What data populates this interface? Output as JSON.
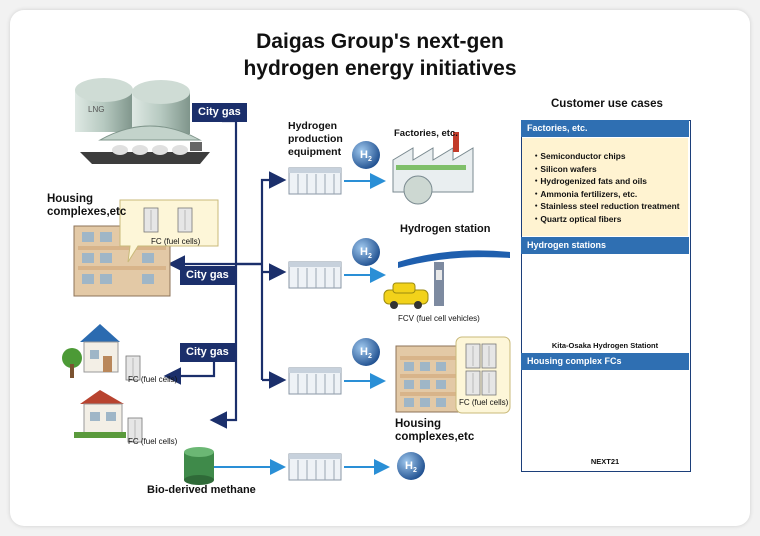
{
  "title_line1": "Daigas Group's next-gen",
  "title_line2": "hydrogen energy initiatives",
  "lng_label": "LNG",
  "city_gas": "City gas",
  "hydrogen_production_equipment": [
    "Hydrogen",
    "production",
    "equipment"
  ],
  "factories_etc": "Factories, etc.",
  "hydrogen_station": "Hydrogen station",
  "fcv_label": "FCV (fuel cell vehicles)",
  "housing_complexes": [
    "Housing",
    "complexes,etc"
  ],
  "fc_fuel_cells": "FC (fuel cells)",
  "bio_methane": "Bio-derived methane",
  "h2_symbol": "H",
  "h2_subscript": "2",
  "customer_use_cases": "Customer use cases",
  "panels": {
    "factories_header": "Factories, etc.",
    "factories_items": [
      "・Semiconductor chips",
      "・Silicon wafers",
      "・Hydrogenized fats and oils",
      "・Ammonia fertilizers, etc.",
      "・Stainless steel reduction treatment",
      "・Quartz optical fibers"
    ],
    "stations_header": "Hydrogen stations",
    "station_caption": "Kita-Osaka Hydrogen Stationt",
    "housing_header": "Housing complex FCs",
    "housing_caption": "NEXT21"
  },
  "colors": {
    "navy": "#1b2f6b",
    "panel_blue": "#2f6fb2",
    "panel_cream": "#fff3d1",
    "arrow_blue": "#2a8fd6",
    "h2_blue": "#2f6fb2"
  }
}
